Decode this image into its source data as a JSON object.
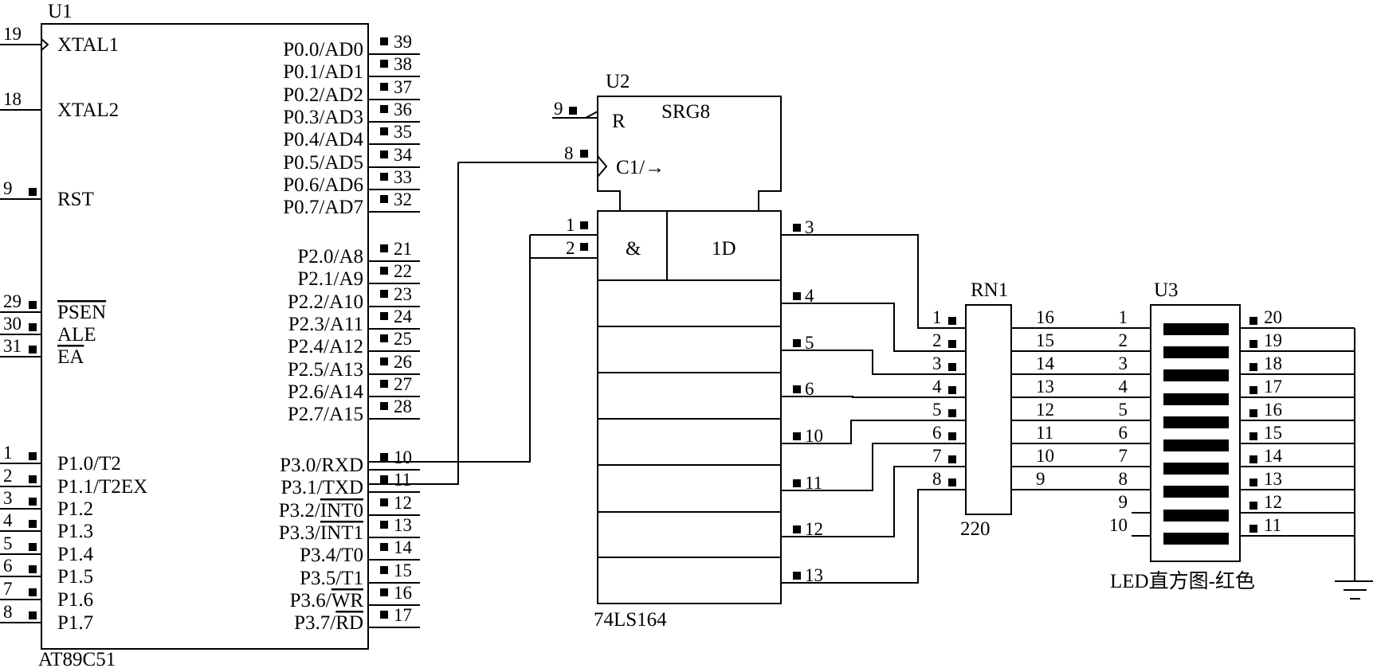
{
  "u1": {
    "ref": "U1",
    "part": "AT89C51",
    "left_pins": [
      {
        "num": "19",
        "name": "XTAL1",
        "clock": true
      },
      {
        "num": "18",
        "name": "XTAL2"
      },
      {
        "num": "9",
        "name": "RST"
      },
      {
        "num": "29",
        "name": "PSEN",
        "overbar": true
      },
      {
        "num": "30",
        "name": "ALE"
      },
      {
        "num": "31",
        "name": "EA",
        "overbar": true
      },
      {
        "num": "1",
        "name": "P1.0/T2"
      },
      {
        "num": "2",
        "name": "P1.1/T2EX"
      },
      {
        "num": "3",
        "name": "P1.2"
      },
      {
        "num": "4",
        "name": "P1.3"
      },
      {
        "num": "5",
        "name": "P1.4"
      },
      {
        "num": "6",
        "name": "P1.5"
      },
      {
        "num": "7",
        "name": "P1.6"
      },
      {
        "num": "8",
        "name": "P1.7"
      }
    ],
    "right_pins": [
      {
        "num": "39",
        "name": "P0.0/AD0"
      },
      {
        "num": "38",
        "name": "P0.1/AD1"
      },
      {
        "num": "37",
        "name": "P0.2/AD2"
      },
      {
        "num": "36",
        "name": "P0.3/AD3"
      },
      {
        "num": "35",
        "name": "P0.4/AD4"
      },
      {
        "num": "34",
        "name": "P0.5/AD5"
      },
      {
        "num": "33",
        "name": "P0.6/AD6"
      },
      {
        "num": "32",
        "name": "P0.7/AD7"
      },
      {
        "num": "21",
        "name": "P2.0/A8"
      },
      {
        "num": "22",
        "name": "P2.1/A9"
      },
      {
        "num": "23",
        "name": "P2.2/A10"
      },
      {
        "num": "24",
        "name": "P2.3/A11"
      },
      {
        "num": "25",
        "name": "P2.4/A12"
      },
      {
        "num": "26",
        "name": "P2.5/A13"
      },
      {
        "num": "27",
        "name": "P2.6/A14"
      },
      {
        "num": "28",
        "name": "P2.7/A15"
      },
      {
        "num": "10",
        "name": "P3.0/RXD"
      },
      {
        "num": "11",
        "name": "P3.1/TXD"
      },
      {
        "num": "12",
        "name": "P3.2/INT0",
        "prefix": "P3.2/",
        "over": "INT0"
      },
      {
        "num": "13",
        "name": "P3.3/INT1",
        "prefix": "P3.3/",
        "over": "INT1"
      },
      {
        "num": "14",
        "name": "P3.4/T0"
      },
      {
        "num": "15",
        "name": "P3.5/T1"
      },
      {
        "num": "16",
        "name": "P3.6/WR",
        "prefix": "P3.6/",
        "over": "WR"
      },
      {
        "num": "17",
        "name": "P3.7/RD",
        "prefix": "P3.7/",
        "over": "RD"
      }
    ]
  },
  "u2": {
    "ref": "U2",
    "part": "74LS164",
    "function": "SRG8",
    "reset_label": "R",
    "clock_label": "C1/→",
    "and_label": "&",
    "data_label": "1D",
    "reset_pin": "9",
    "clock_pin": "8",
    "input_pins": [
      "1",
      "2"
    ],
    "output_pins": [
      "3",
      "4",
      "5",
      "6",
      "10",
      "11",
      "12",
      "13"
    ]
  },
  "rn1": {
    "ref": "RN1",
    "value": "220",
    "left_pins": [
      "1",
      "2",
      "3",
      "4",
      "5",
      "6",
      "7",
      "8"
    ],
    "right_pins": [
      "16",
      "15",
      "14",
      "13",
      "12",
      "11",
      "10",
      "9"
    ]
  },
  "u3": {
    "ref": "U3",
    "part": "LED直方图-红色",
    "left_pins": [
      "1",
      "2",
      "3",
      "4",
      "5",
      "6",
      "7",
      "8",
      "9",
      "10"
    ],
    "right_pins": [
      "20",
      "19",
      "18",
      "17",
      "16",
      "15",
      "14",
      "13",
      "12",
      "11"
    ],
    "segments": 10
  }
}
